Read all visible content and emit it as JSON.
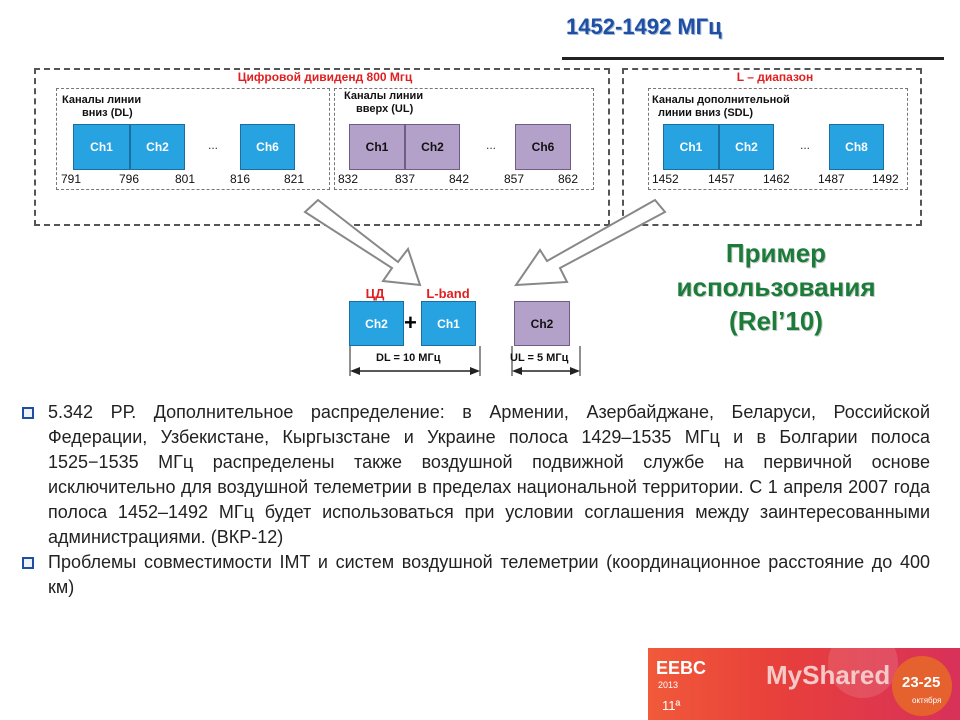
{
  "title": "1452-1492 МГц",
  "groups": {
    "digital": {
      "title": "Цифровой дивиденд 800 Мгц",
      "dl": {
        "label_line1": "Каналы линии",
        "label_line2": "вниз (DL)",
        "ch1": "Ch1",
        "ch2": "Ch2",
        "ch_last": "Ch6",
        "ellipsis": "...",
        "freqs": [
          "791",
          "796",
          "801",
          "816",
          "821"
        ]
      },
      "ul": {
        "label_line1": "Каналы линии",
        "label_line2": "вверх (UL)",
        "ch1": "Ch1",
        "ch2": "Ch2",
        "ch_last": "Ch6",
        "ellipsis": "...",
        "freqs": [
          "832",
          "837",
          "842",
          "857",
          "862"
        ]
      }
    },
    "lband": {
      "title": "L – диапазон",
      "sdl": {
        "label_line1": "Каналы дополнительной",
        "label_line2": "линии вниз (SDL)",
        "ch1": "Ch1",
        "ch2": "Ch2",
        "ch_last": "Ch8",
        "ellipsis": "...",
        "freqs": [
          "1452",
          "1457",
          "1462",
          "1487",
          "1492"
        ]
      }
    }
  },
  "combined": {
    "label_cd": "ЦД",
    "label_lband": "L-band",
    "plus": "+",
    "block_a": "Ch2",
    "block_b": "Ch1",
    "block_ul": "Ch2",
    "dl_span": "DL = 10 МГц",
    "ul_span": "UL = 5 МГц"
  },
  "example": {
    "line1": "Пример",
    "line2": "использования",
    "line3": "(Rel’10)"
  },
  "bullets": [
    "5.342 РР. Дополнительное распределение:  в Армении, Азербайджане, Беларуси, Российской Федерации, Узбекистане, Кыргызстане и Украине полоса 1429–1535 МГц и в Болгарии полоса 1525−1535 МГц распределены также воздушной подвижной службе на первичной основе исключительно для воздушной телеметрии в пределах национальной территории. С 1 апреля 2007 года полоса 1452–1492 МГц будет использоваться при условии соглашения между заинтересованными администрациями.    (ВКР-12)",
    "Проблемы совместимости IMT и систем воздушной телеметрии (координационное расстояние до 400 км)"
  ],
  "banner": {
    "logo": "EEBC",
    "year": "2013",
    "brand": "MyShared",
    "dates": "23-25",
    "month": "октября",
    "edition": "11ª"
  },
  "colors": {
    "accent_blue": "#27a3e2",
    "accent_purple": "#b3a1c9",
    "title_blue": "#1f4fa3",
    "red_label": "#e02020",
    "green_text": "#1b7c3a"
  }
}
